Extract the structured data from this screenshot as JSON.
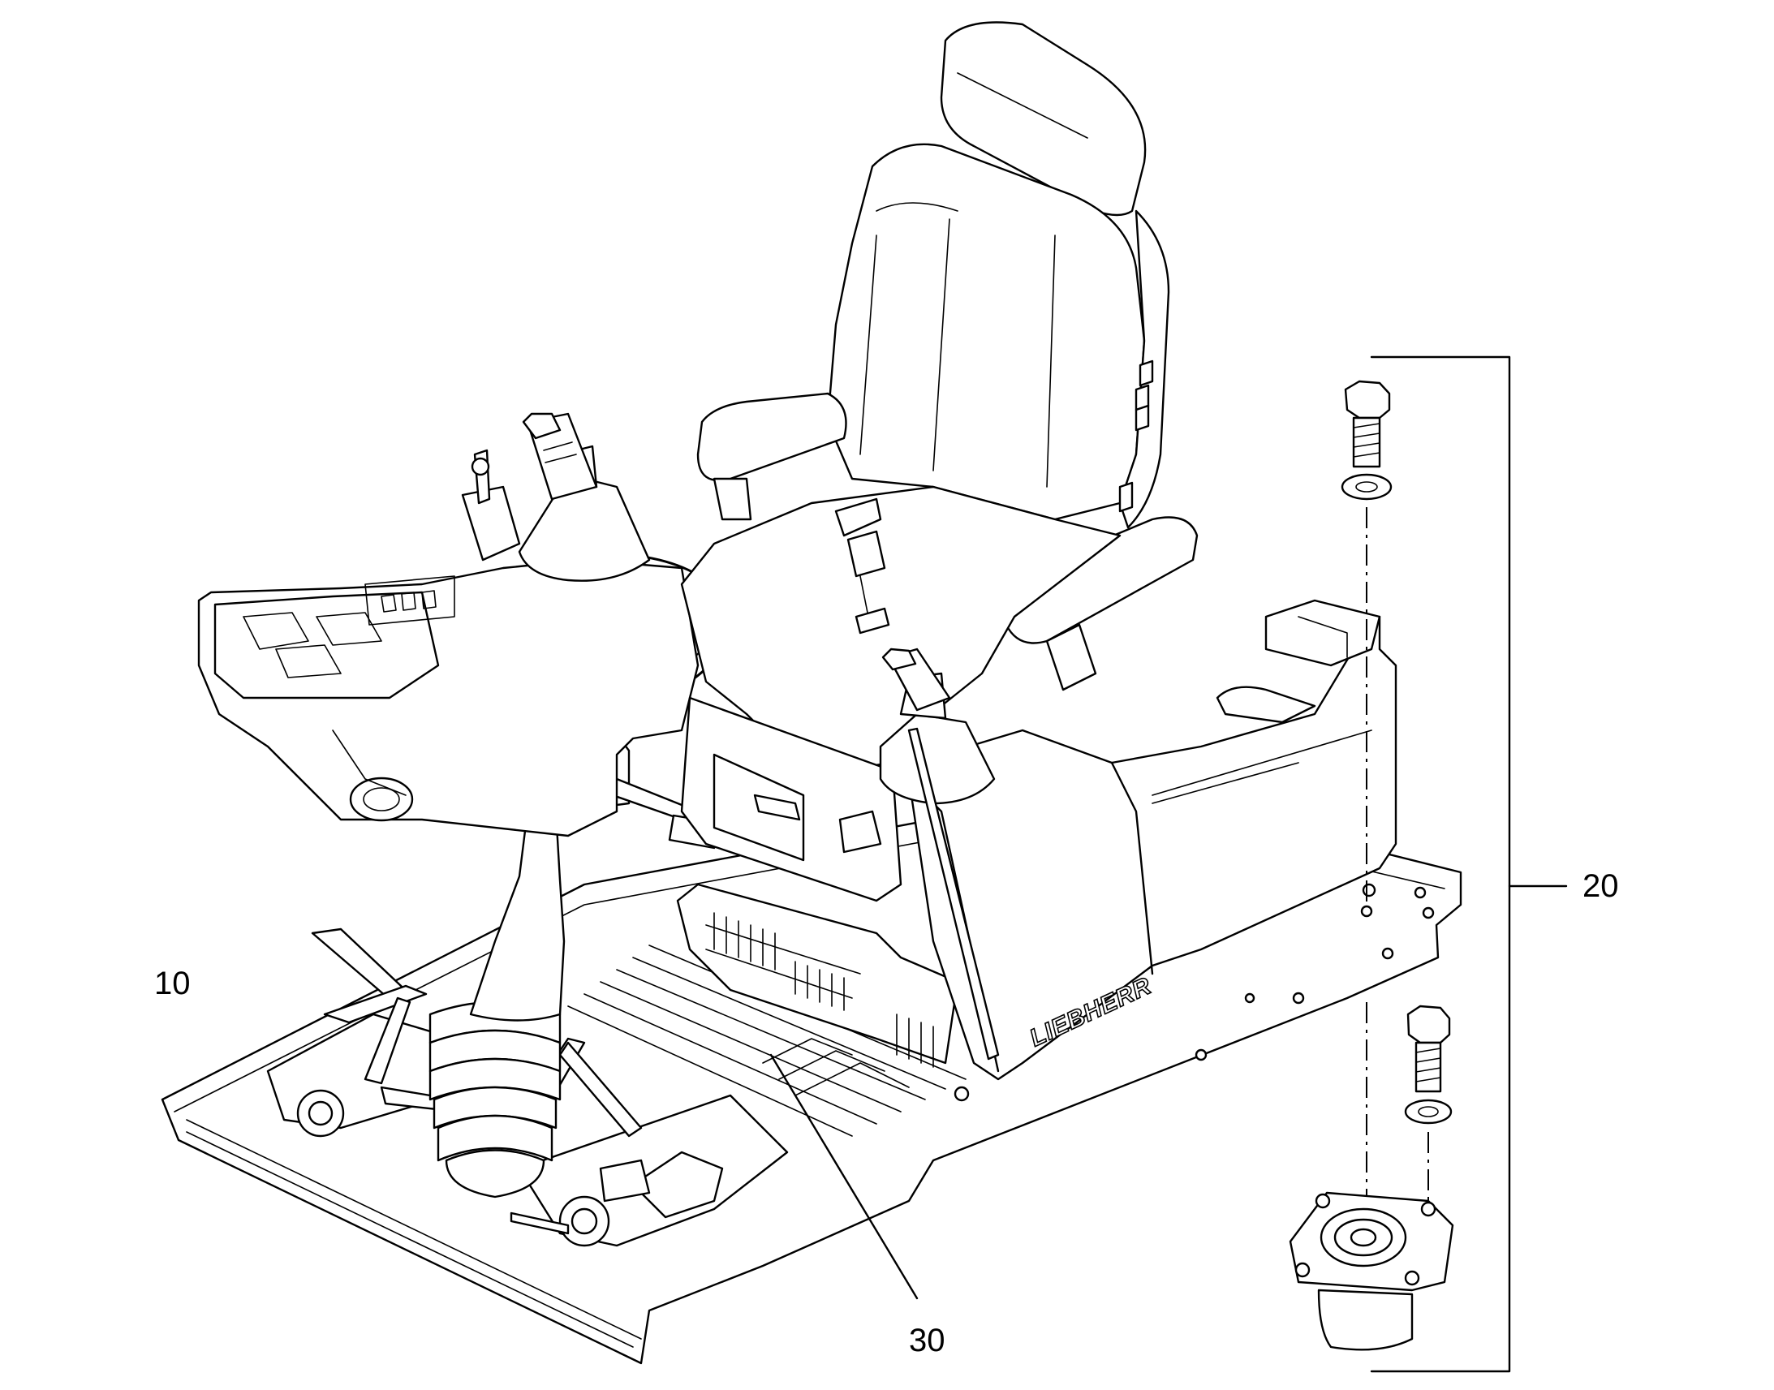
{
  "callouts": {
    "c10": "10",
    "c20": "20",
    "c30": "30"
  },
  "seat_brand": "LIEBHERR",
  "colors": {
    "line": "#000000",
    "background": "#ffffff"
  }
}
